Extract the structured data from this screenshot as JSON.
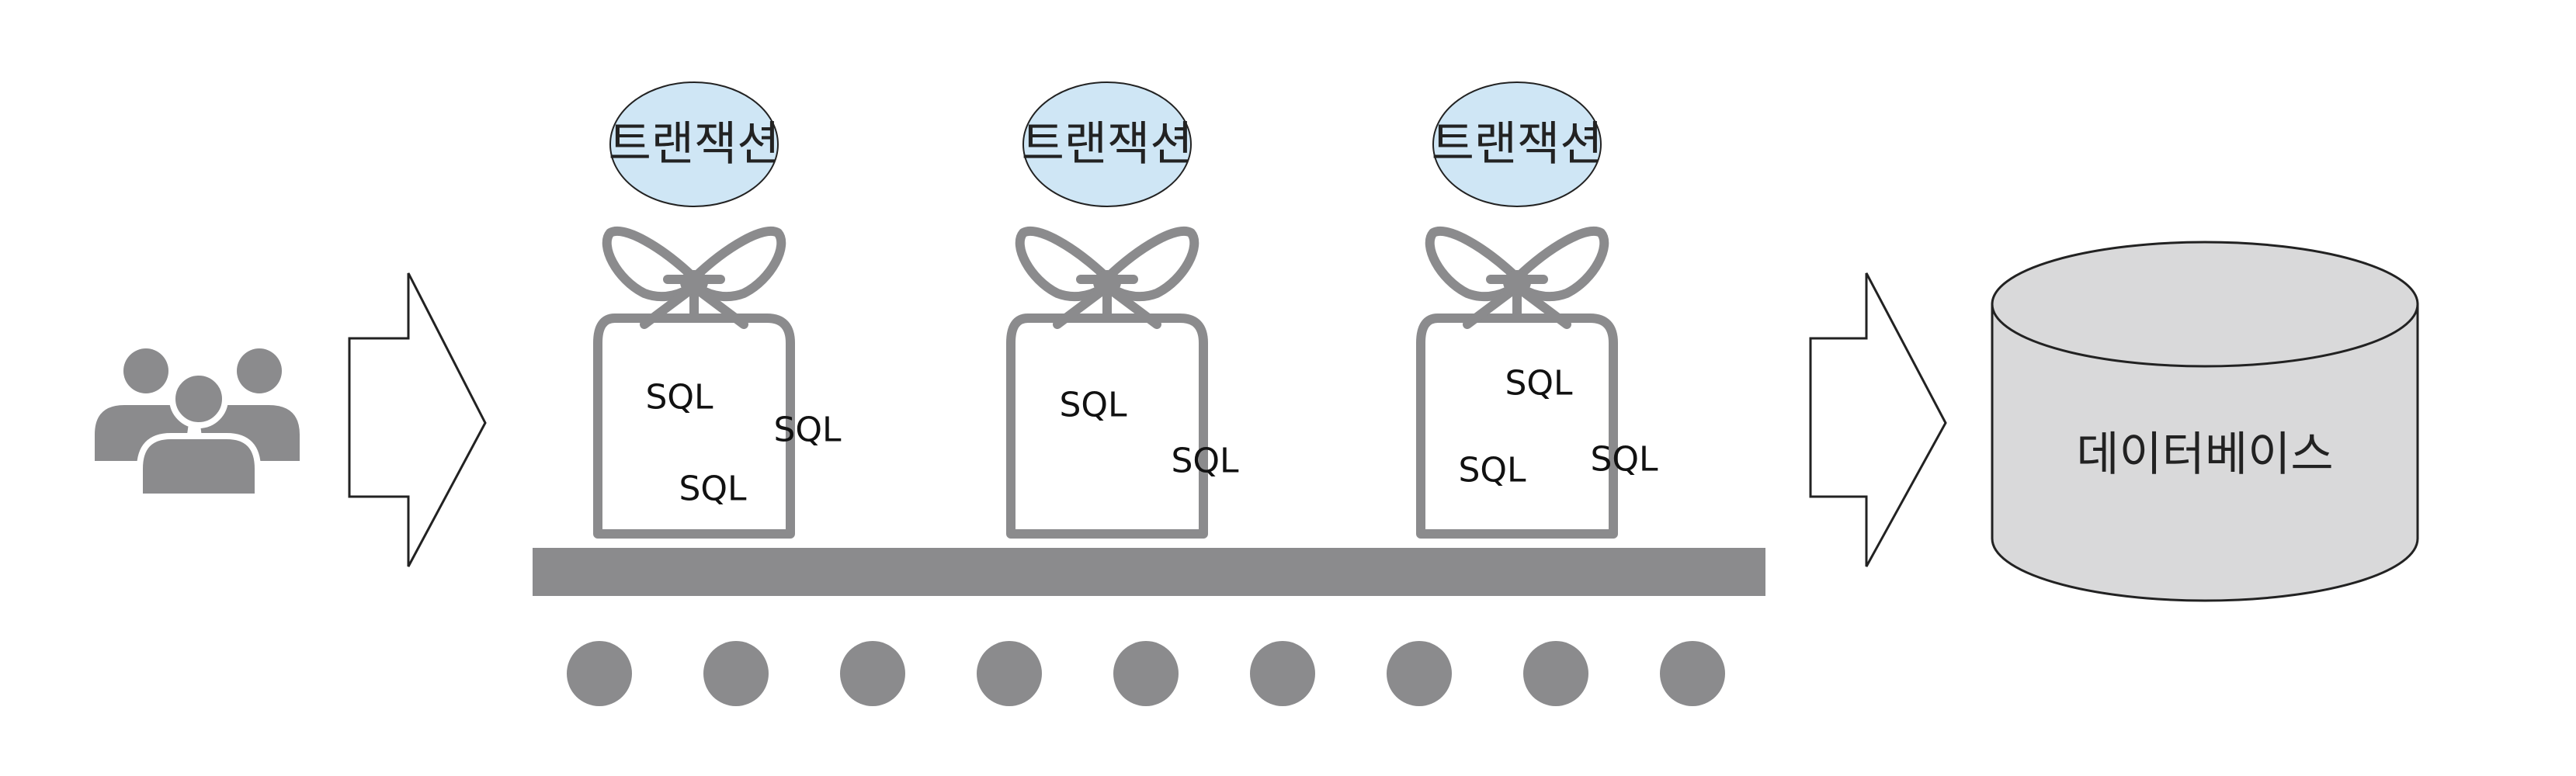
{
  "colors": {
    "gray": "#8b8b8d",
    "ellipse_fill": "#cfe6f5",
    "db_fill": "#d9d9da",
    "outline": "#222222"
  },
  "icons": {
    "users": "users-icon",
    "arrow": "arrow-right-icon",
    "database": "database-icon",
    "roller": "roller-circle"
  },
  "transactions": [
    {
      "label": "트랜잭션",
      "sql": [
        "SQL",
        "SQL",
        "SQL"
      ]
    },
    {
      "label": "트랜잭션",
      "sql": [
        "SQL",
        "SQL"
      ]
    },
    {
      "label": "트랜잭션",
      "sql": [
        "SQL",
        "SQL",
        "SQL"
      ]
    }
  ],
  "database": {
    "label": "데이터베이스"
  },
  "conveyor": {
    "roller_count": 9
  }
}
